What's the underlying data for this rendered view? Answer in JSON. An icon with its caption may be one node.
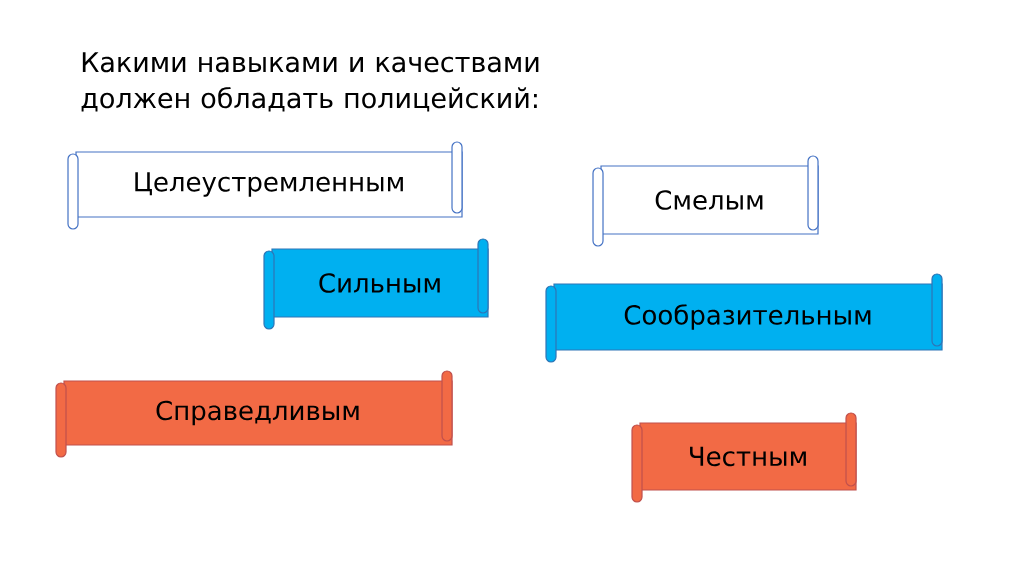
{
  "diagram": {
    "title": "Какими навыками и качествами должен обладать полицейский:",
    "nodes": [
      {
        "text": [
          "Целеустремленным"
        ]
      },
      {
        "text": [
          "Смелым"
        ]
      },
      {
        "text": [
          "Сильным"
        ]
      },
      {
        "text": [
          "Сообразительным"
        ]
      },
      {
        "text": [
          "Справедливым"
        ]
      },
      {
        "text": [
          "Честным"
        ]
      }
    ]
  }
}
